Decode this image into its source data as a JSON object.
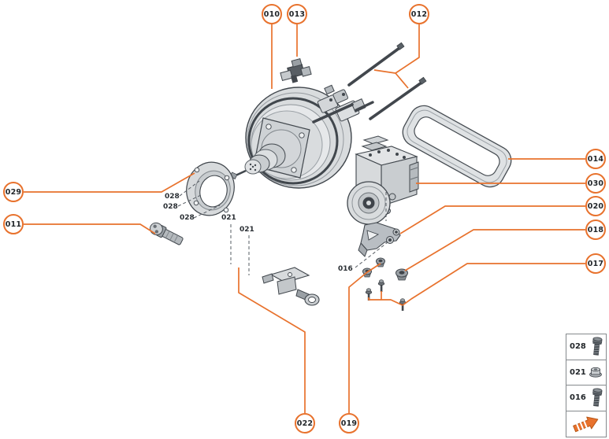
{
  "colors": {
    "accent": "#E8722D",
    "ink": "#41474D",
    "background": "#FFFFFF"
  },
  "callouts": [
    {
      "label": "010"
    },
    {
      "label": "013"
    },
    {
      "label": "012"
    },
    {
      "label": "014"
    },
    {
      "label": "030"
    },
    {
      "label": "020"
    },
    {
      "label": "018"
    },
    {
      "label": "017"
    },
    {
      "label": "029"
    },
    {
      "label": "011"
    },
    {
      "label": "022"
    },
    {
      "label": "019"
    }
  ],
  "inline_labels": [
    {
      "label": "028"
    },
    {
      "label": "028"
    },
    {
      "label": "028"
    },
    {
      "label": "021"
    },
    {
      "label": "021"
    },
    {
      "label": "016"
    }
  ],
  "legend": {
    "rows": [
      {
        "label": "028",
        "icon": "bolt-icon"
      },
      {
        "label": "021",
        "icon": "flange-nut-icon"
      },
      {
        "label": "016",
        "icon": "bolt-icon"
      },
      {
        "label": "",
        "icon": "direction-arrow-icon"
      }
    ]
  }
}
